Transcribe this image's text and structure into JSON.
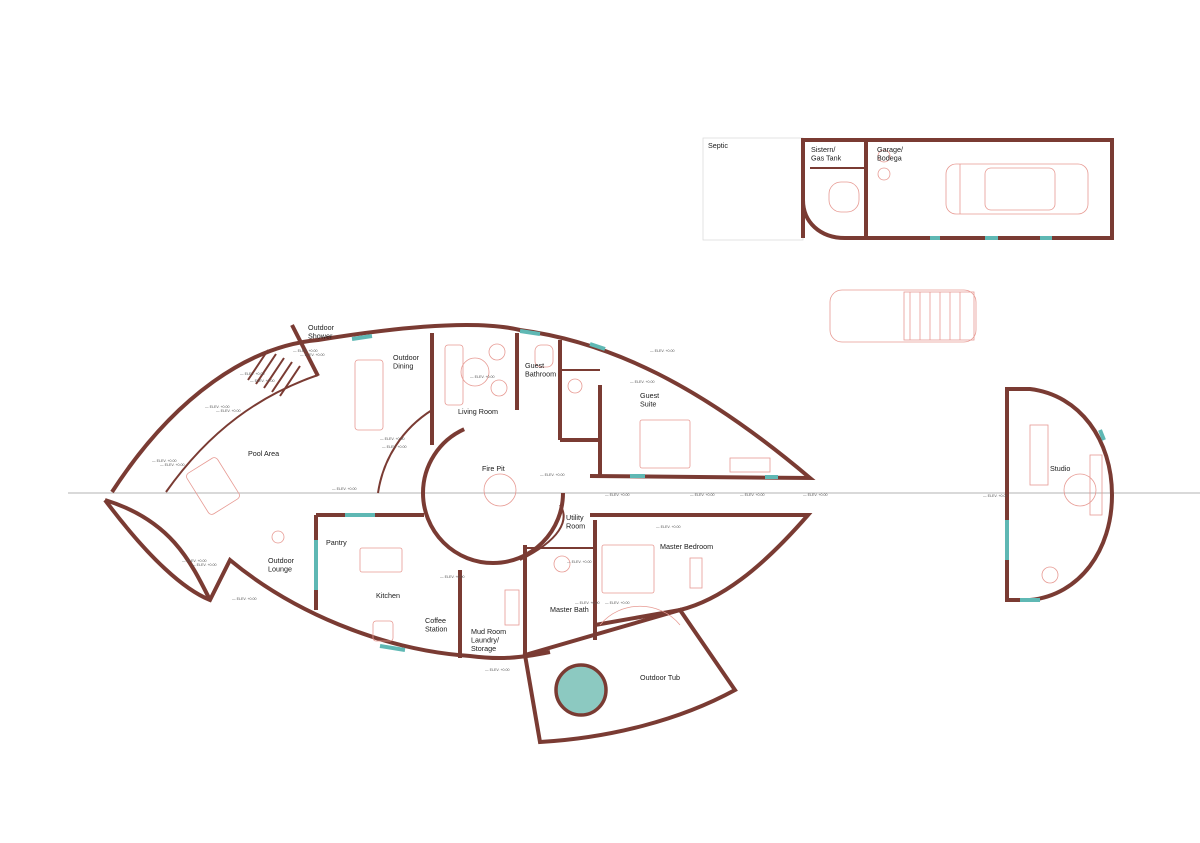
{
  "plan": {
    "rooms": {
      "septic": "Septic",
      "sistern": "Sistern/\nGas Tank",
      "garage": "Garage/\nBodega",
      "outdoor_shower": "Outdoor\nShower",
      "outdoor_dining": "Outdoor\nDining",
      "living_room": "Living Room",
      "guest_bathroom": "Guest\nBathroom",
      "guest_suite": "Guest\nSuite",
      "pool_area": "Pool Area",
      "fire_pit": "Fire Pit",
      "utility_room": "Utility\nRoom",
      "master_bedroom": "Master Bedroom",
      "pantry": "Pantry",
      "outdoor_lounge": "Outdoor\nLounge",
      "kitchen": "Kitchen",
      "coffee_station": "Coffee\nStation",
      "mud_room": "Mud Room\nLaundry/\nStorage",
      "master_bath": "Master Bath",
      "outdoor_tub": "Outdoor Tub",
      "studio": "Studio"
    },
    "elevation_tag": "—  ELEV. +0.00",
    "colors": {
      "wall": "#7a3b33",
      "furniture": "#e79a93",
      "glazing": "#5fb8b4",
      "water": "#8cc9c1"
    }
  }
}
